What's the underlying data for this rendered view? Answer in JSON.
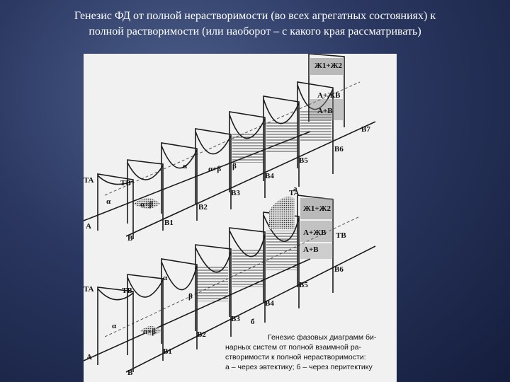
{
  "slide": {
    "title_line1": "Генезис ФД от полной нерастворимости (во всех агрегатных состояниях) к",
    "title_line2": "полной растворимости (или наоборот – с какого края рассматривать)"
  },
  "figure": {
    "series_top": "а",
    "series_bottom": "б",
    "b_labels_top": [
      "B",
      "B1",
      "B2",
      "B3",
      "B4",
      "B5",
      "B6",
      "B7"
    ],
    "b_labels_bottom": [
      "B",
      "B1",
      "B2",
      "B3",
      "B4",
      "B5",
      "B6"
    ],
    "t_labels": {
      "ta": "TA",
      "tb": "TB"
    },
    "axis_a": "A",
    "phases": {
      "liquid_a": "Ж1+Ж2",
      "liquid_b": "Ж1+Ж2",
      "alpha": "α",
      "beta": "β",
      "alpha_beta": "α+β",
      "a_plus_liquid": "A+ЖB",
      "a_plus_b": "A+B"
    },
    "caption": [
      "Генезис фазовых диаграмм би-",
      "нарных систем от полной взаимной ра-",
      "створимости к полной нерастворимости:",
      "а – через эвтектику; б – через перитектику"
    ]
  }
}
